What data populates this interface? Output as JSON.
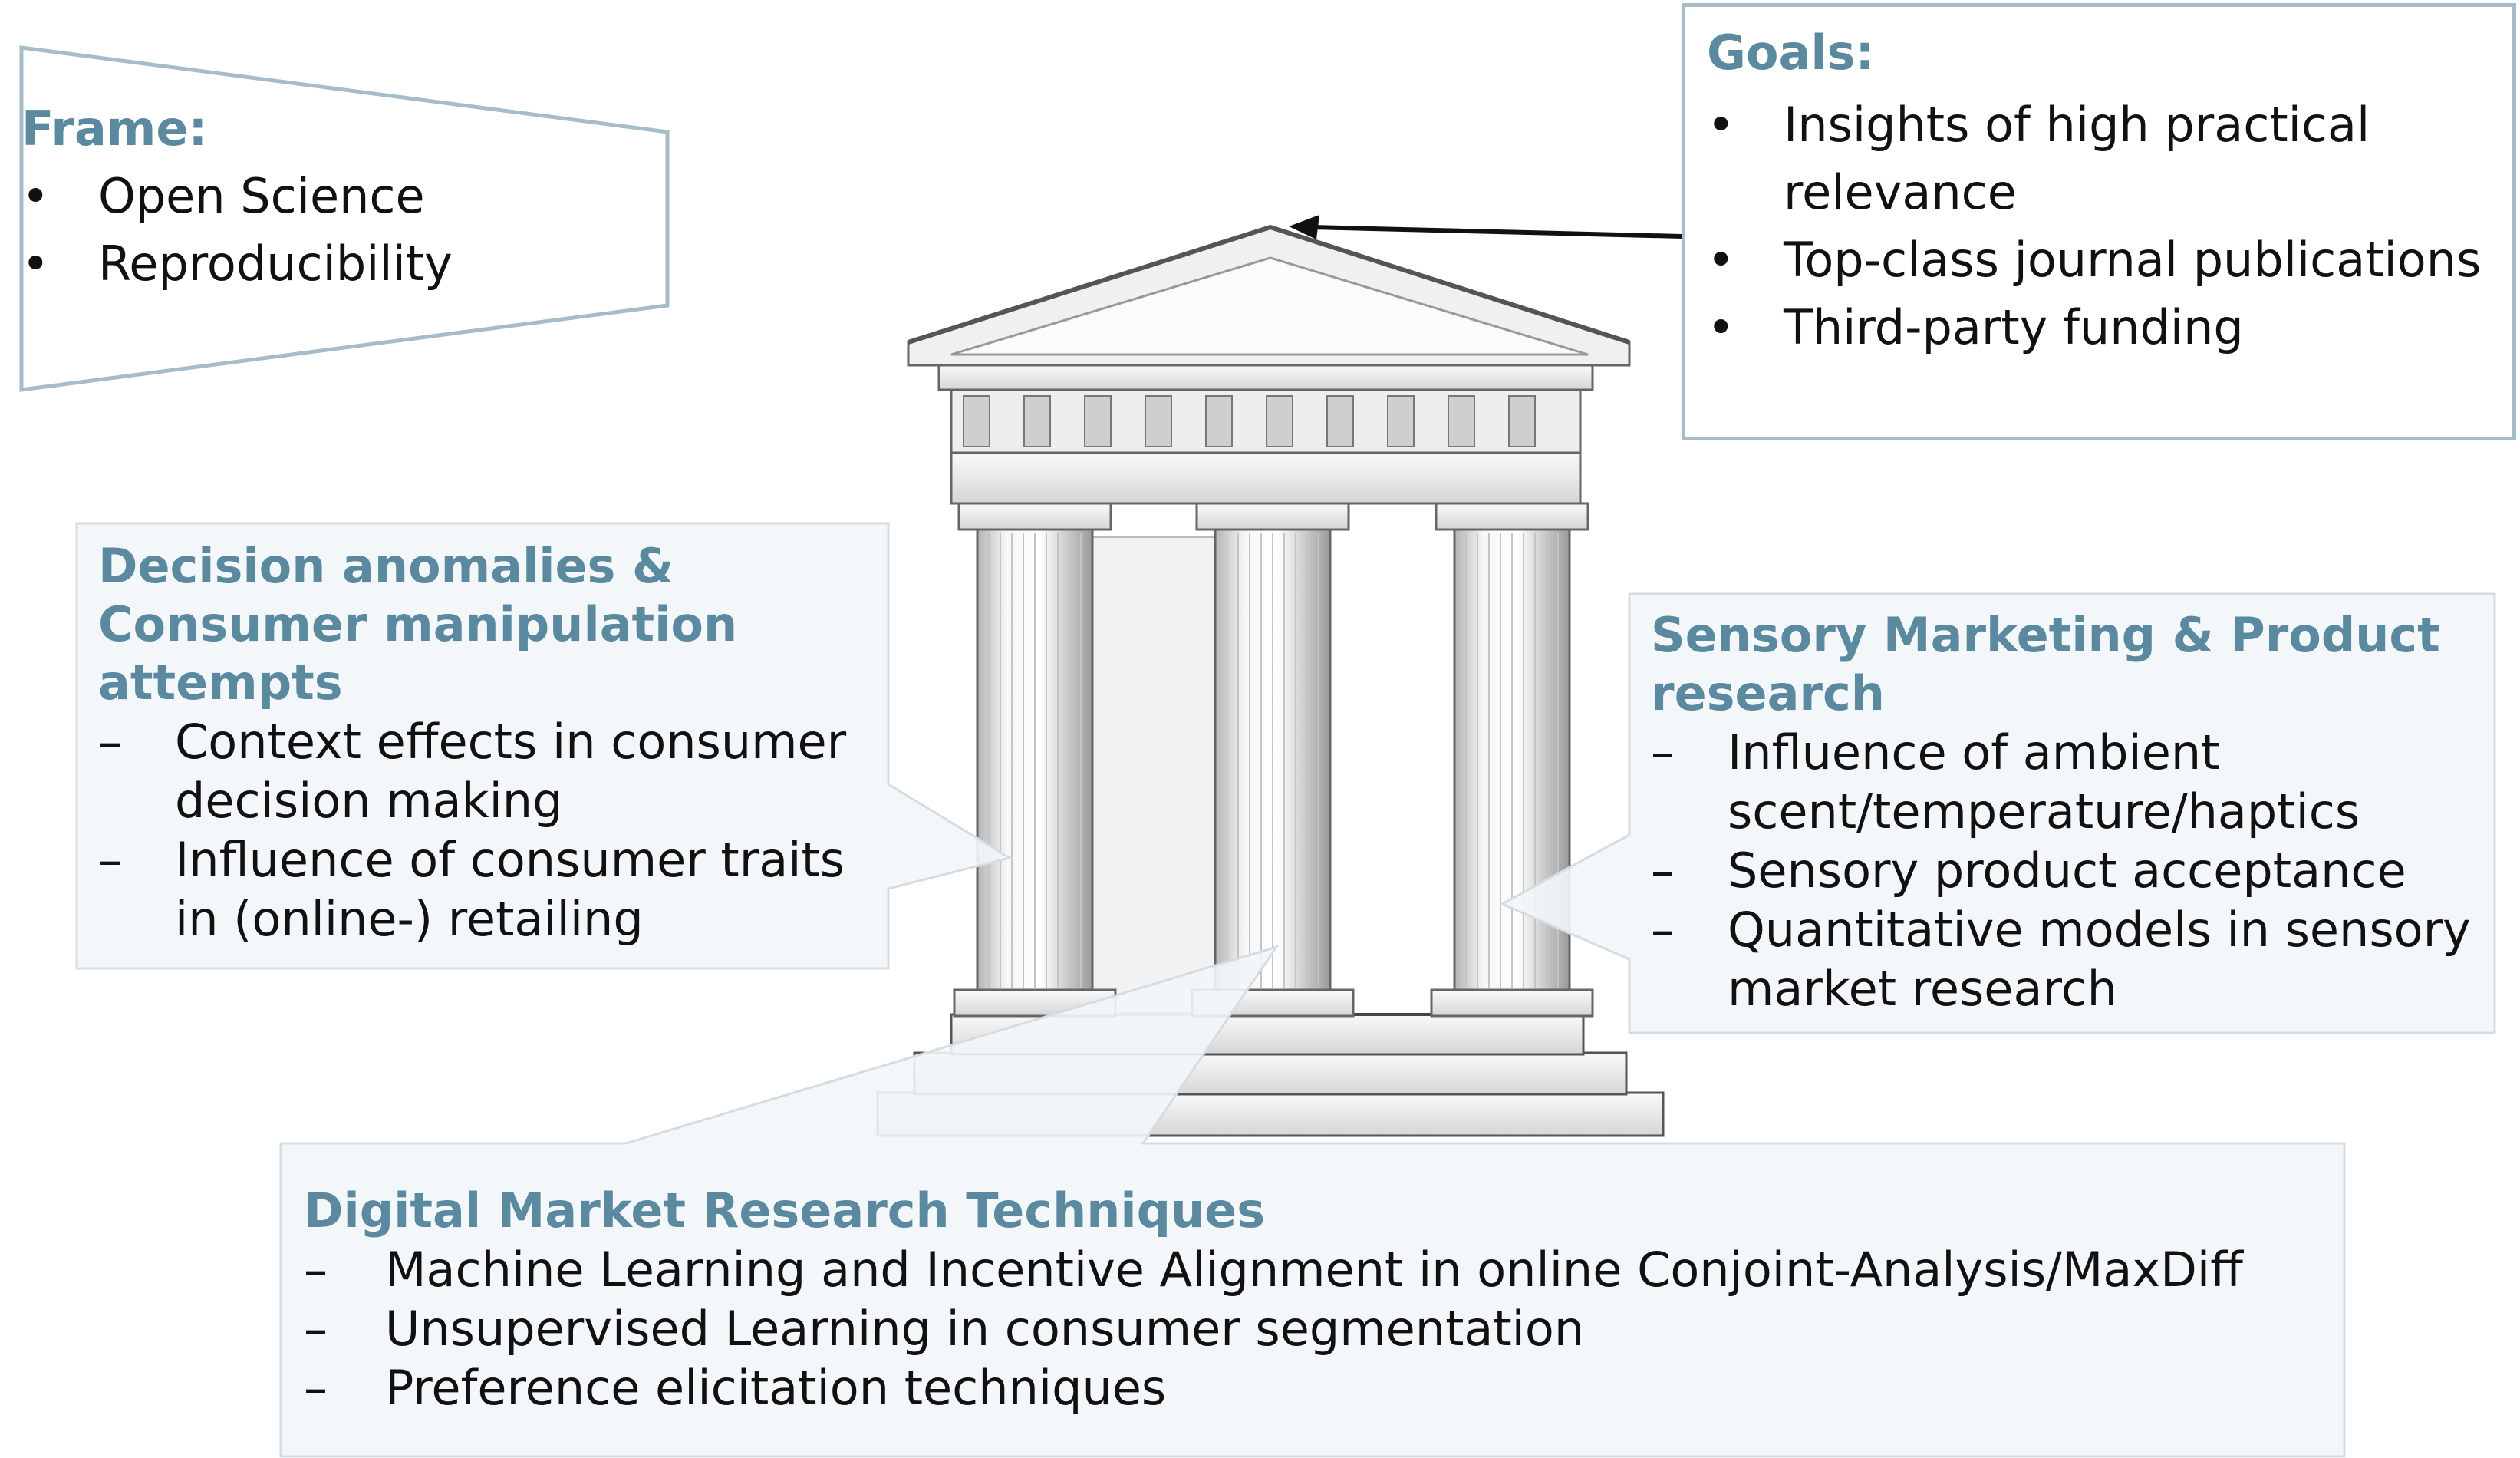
{
  "frame": {
    "heading": "Frame:",
    "items": [
      "Open Science",
      "Reproducibility"
    ]
  },
  "goals": {
    "heading": "Goals:",
    "items": [
      "Insights of high practical relevance",
      "Top-class journal publications",
      "Third-party funding"
    ]
  },
  "decision": {
    "heading": "Decision anomalies & Consumer manipulation attempts",
    "items": [
      "Context effects in consumer decision making",
      "Influence of consumer traits in (online-) retailing"
    ]
  },
  "sensory": {
    "heading": "Sensory Marketing & Product research",
    "items": [
      "Influence of ambient scent/temperature/haptics",
      "Sensory product acceptance",
      "Quantitative models in sensory market research"
    ]
  },
  "digital": {
    "heading": "Digital Market Research Techniques",
    "items": [
      "Machine Learning and Incentive Alignment in online Conjoint-Analysis/MaxDiff",
      "Unsupervised Learning in consumer segmentation",
      "Preference elicitation techniques"
    ]
  },
  "markers": {
    "bullet": "•",
    "dash": "–"
  },
  "colors": {
    "heading": "#5b8aa0",
    "callout_fill": "#f3f6f8",
    "callout_border": "#d3dde3",
    "outline_border": "#a6bdc9"
  }
}
